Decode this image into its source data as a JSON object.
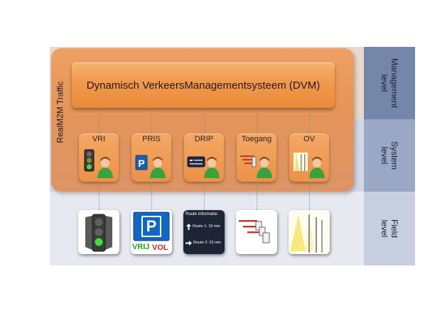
{
  "panel": {
    "side_label": "RealM2M Traffic",
    "dvm_title": "Dynamisch VerkeersManagementsysteem (DVM)"
  },
  "levels": [
    {
      "key": "management",
      "line1": "Management",
      "line2": "level"
    },
    {
      "key": "system",
      "line1": "System",
      "line2": "level"
    },
    {
      "key": "field",
      "line1": "Field",
      "line2": "level"
    }
  ],
  "systems": [
    {
      "label": "VRI",
      "icon": "traffic-light-operator-icon"
    },
    {
      "label": "PRIS",
      "icon": "parking-operator-icon"
    },
    {
      "label": "DRIP",
      "icon": "route-sign-operator-icon"
    },
    {
      "label": "Toegang",
      "icon": "barrier-operator-icon"
    },
    {
      "label": "OV",
      "icon": "public-lighting-operator-icon"
    }
  ],
  "field_devices": {
    "traffic_light": {
      "icon": "traffic-light-icon"
    },
    "parking": {
      "icon": "parking-sign-icon",
      "free_text": "VRIJ",
      "full_text": "VOL",
      "letter": "P"
    },
    "drip": {
      "icon": "route-information-sign-icon",
      "title": "Route Informatie:",
      "route1": "Route 1: 10 min",
      "route2": "Route 2: 23 min"
    },
    "barrier": {
      "icon": "barrier-gate-icon"
    },
    "lighting": {
      "icon": "street-light-icon"
    }
  },
  "colors": {
    "orange": "#ec9148",
    "management_band": "#7487ab",
    "system_band": "#9aa7c5",
    "field_band": "#c7cedf"
  }
}
